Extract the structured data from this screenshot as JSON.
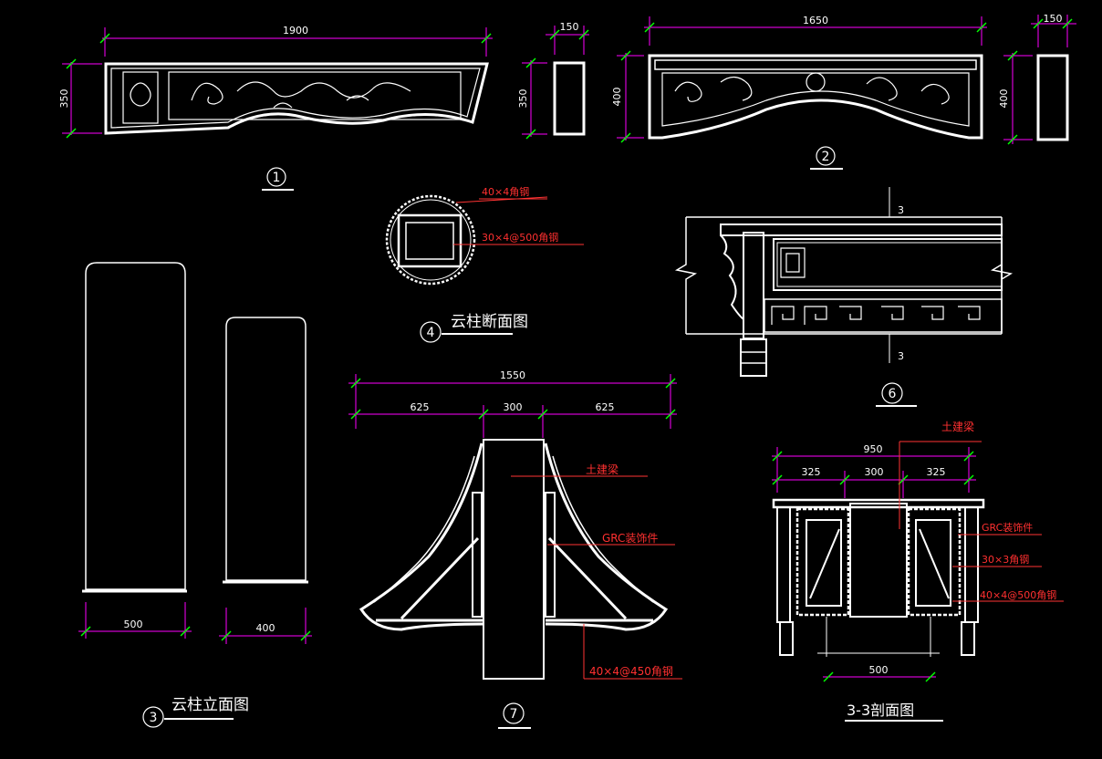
{
  "dims": {
    "d1900": "1900",
    "d350a": "350",
    "d150a": "150",
    "d350b": "350",
    "d1650": "1650",
    "d400a": "400",
    "d150b": "150",
    "d400b": "400",
    "d500a": "500",
    "d400c": "400",
    "d1550": "1550",
    "d625a": "625",
    "d300a": "300",
    "d625b": "625",
    "d950": "950",
    "d325a": "325",
    "d300b": "300",
    "d325b": "325",
    "d500b": "500",
    "sec3a": "3",
    "sec3b": "3"
  },
  "views": {
    "v1": "1",
    "v2": "2",
    "v3": "3",
    "v3_title": "云柱立面图",
    "v4": "4",
    "v4_title": "云柱断面图",
    "v6": "6",
    "v7": "7",
    "v33_title": "3-3剖面图"
  },
  "labels": {
    "angle40x4": "40×4角钢",
    "angle30x4": "30×4@500角钢",
    "civil_beam_a": "土建梁",
    "grc_a": "GRC装饰件",
    "angle40x4_450": "40×4@450角钢",
    "civil_beam_b": "土建梁",
    "grc_b": "GRC装饰件",
    "angle30x3": "30×3角钢",
    "angle40x4_500": "40×4@500角钢"
  },
  "colors": {
    "line": "#ffffff",
    "dimension": "#ff00ff",
    "tick": "#00ff00",
    "annotation": "#ff3030"
  }
}
